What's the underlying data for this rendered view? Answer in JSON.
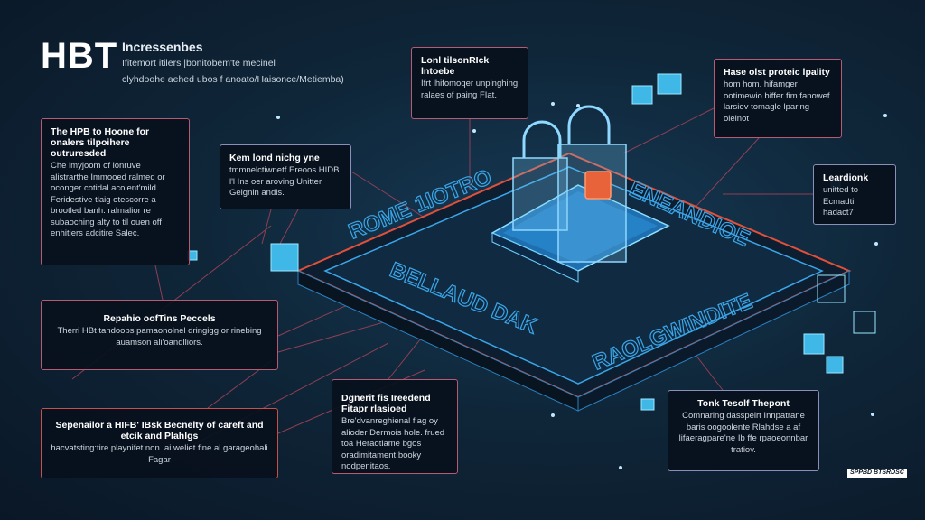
{
  "header": {
    "title": "HBT",
    "subtitle": "Incressenbes",
    "line1": "Ifitemort itilers |bonitobem'te mecinel",
    "line2": "clyhdoohe aehed ubos f anoato/Haisonce/Metiemba)"
  },
  "scene": {
    "label_left": "ROME 1IOTRO",
    "label_right": "ENEANDIOE",
    "label_bottom_left": "BELLAUD DAK",
    "label_bottom_right": "RAOLGWINDITE",
    "accent_red": "#e0503a",
    "accent_blue": "#3aa6e8"
  },
  "boxes": [
    {
      "title": "The HPB to Hoone for onalers tilpoihere outruresded",
      "body": "Che lmyjoom of lonruve alistrarthe Immooed ralmed or oconger cotidal acolent'mild Feridestive tlaig otescorre a brootled banh. ralmalior re subaoching alty to til ouen off enhitiers adcitire Salec."
    },
    {
      "title": "Kem lond nichg yne",
      "body": "tmmnelctiwnetf Ereoos HIDB l'l Ins oer aroving Unitter Gelgnin andis."
    },
    {
      "title": "Lonl tilsonRIck lntoebe",
      "body": "Ifrt lhifomoqer unplnghing ralaes of paing FIat."
    },
    {
      "title": "Hase olst proteic lpality",
      "body": "hom hom. hifamger ootimewio biffer fim fanowef larsiev tomagle lparing oleinot"
    },
    {
      "title": "Leardionk",
      "body": "unitted to Ecmadti hadact7"
    },
    {
      "title": "Repahio oofTins Peccels",
      "body": "Therri HBt tandoobs pamaonolnel dringigg or rinebing auamson ali'oandlliors."
    },
    {
      "title": "Sepenailor a HIFB' IBsk Becnelty of careft and etcik and Plahlgs",
      "body": "hacvatsting:tire playnifet non. ai weliet fine al garageohali Fagar"
    },
    {
      "title": "Dgnerit fis Ireedend Fitapr rlasioed",
      "body": "Bre'dvanreghienal flag oy alioder Dermois hole. frued toa Heraotiame bgos oradimitament booky nodpenitaos."
    },
    {
      "title": "Tonk Tesolf Thepont",
      "body": "Comnaring dasspeirt Innpatrane baris oogoolente Rlahdse a af lifaeragpare'ne Ib ffe rpaoeonnbar tratiov."
    }
  ],
  "logo": "SPPBD BTSRDSC"
}
